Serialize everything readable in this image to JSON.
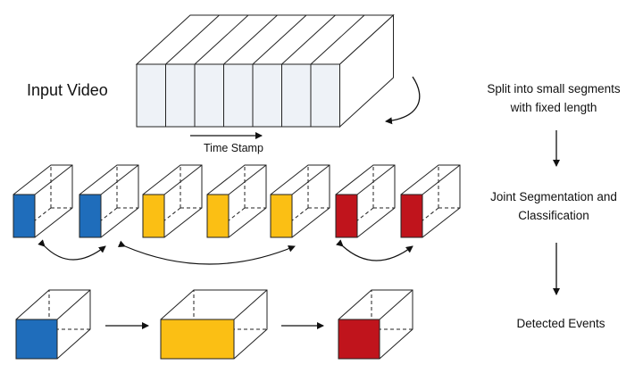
{
  "labels": {
    "input_video": "Input Video",
    "time_stamp": "Time Stamp",
    "split_line1": "Split into small segments",
    "split_line2": "with fixed length",
    "joint_line1": "Joint Segmentation and",
    "joint_line2": "Classification",
    "detected": "Detected Events"
  },
  "colors": {
    "blue": "#1f6dbb",
    "yellow": "#fbbf14",
    "red": "#c0141c",
    "video_face": "#eef2f7",
    "stroke": "#222222"
  },
  "segments": [
    {
      "class": "blue"
    },
    {
      "class": "blue"
    },
    {
      "class": "yellow"
    },
    {
      "class": "yellow"
    },
    {
      "class": "yellow"
    },
    {
      "class": "red"
    },
    {
      "class": "red"
    }
  ],
  "events": [
    {
      "class": "blue"
    },
    {
      "class": "yellow"
    },
    {
      "class": "red"
    }
  ]
}
